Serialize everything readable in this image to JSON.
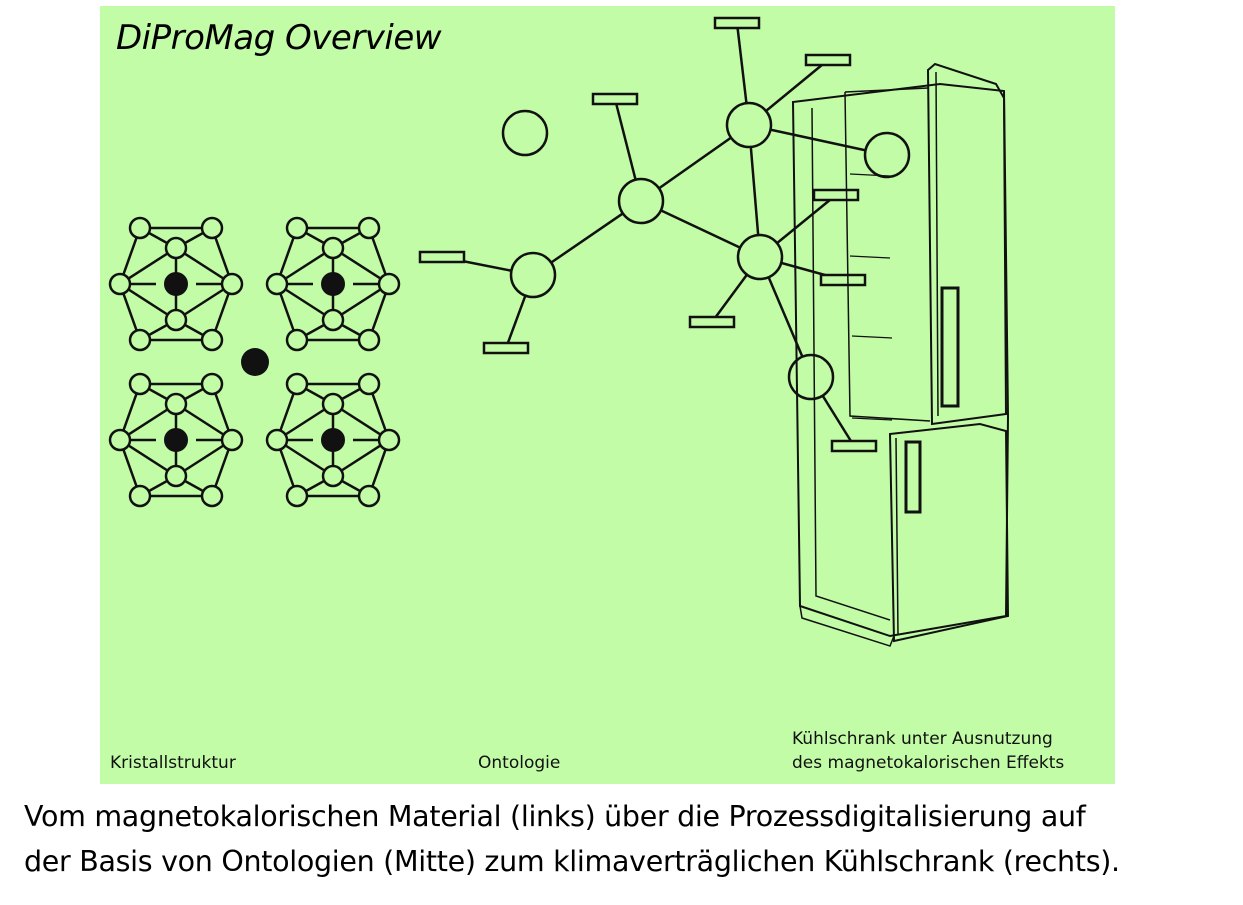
{
  "title": "DiProMag Overview",
  "labels": {
    "crystal": "Kristallstruktur",
    "ontology": "Ontologie",
    "fridge_line1": "Kühlschrank unter Ausnutzung",
    "fridge_line2": "des magnetokalorischen Effekts"
  },
  "caption": {
    "line1": "Vom magnetokalorischen Material (links) über die Prozessdigitalisierung auf",
    "line2": "der Basis von Ontologien (Mitte) zum klimaverträglichen Kühlschrank (rechts)."
  },
  "colors": {
    "panel_background": "#c2fca6",
    "stroke": "#111111"
  }
}
